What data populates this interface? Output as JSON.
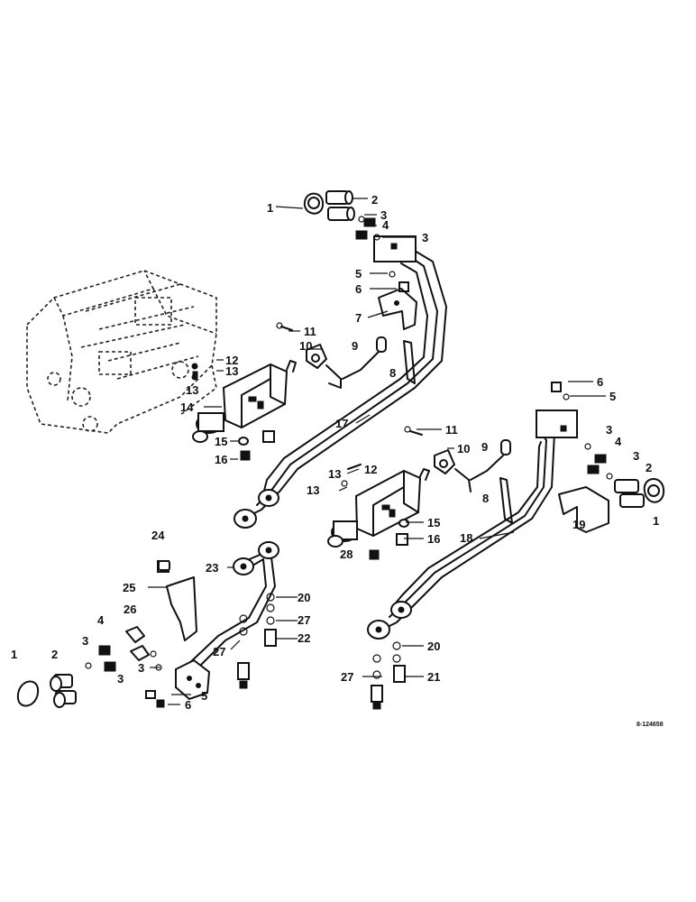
{
  "diagram": {
    "reference_code": "8-124658",
    "callouts": [
      {
        "id": "c1a",
        "label": "1"
      },
      {
        "id": "c2a",
        "label": "2"
      },
      {
        "id": "c3a",
        "label": "3"
      },
      {
        "id": "c4a",
        "label": "4"
      },
      {
        "id": "c3b",
        "label": "3"
      },
      {
        "id": "c5a",
        "label": "5"
      },
      {
        "id": "c6a",
        "label": "6"
      },
      {
        "id": "c7",
        "label": "7"
      },
      {
        "id": "c11a",
        "label": "11"
      },
      {
        "id": "c10a",
        "label": "10"
      },
      {
        "id": "c9a",
        "label": "9"
      },
      {
        "id": "c8a",
        "label": "8"
      },
      {
        "id": "c12a",
        "label": "12"
      },
      {
        "id": "c13a",
        "label": "13"
      },
      {
        "id": "c13b",
        "label": "13"
      },
      {
        "id": "c14",
        "label": "14"
      },
      {
        "id": "c15a",
        "label": "15"
      },
      {
        "id": "c16a",
        "label": "16"
      },
      {
        "id": "c17",
        "label": "17"
      },
      {
        "id": "c6b",
        "label": "6"
      },
      {
        "id": "c5b",
        "label": "5"
      },
      {
        "id": "c11b",
        "label": "11"
      },
      {
        "id": "c10b",
        "label": "10"
      },
      {
        "id": "c9b",
        "label": "9"
      },
      {
        "id": "c3c",
        "label": "3"
      },
      {
        "id": "c4b",
        "label": "4"
      },
      {
        "id": "c3d",
        "label": "3"
      },
      {
        "id": "c2b",
        "label": "2"
      },
      {
        "id": "c1b",
        "label": "1"
      },
      {
        "id": "c13c",
        "label": "13"
      },
      {
        "id": "c12b",
        "label": "12"
      },
      {
        "id": "c13d",
        "label": "13"
      },
      {
        "id": "c8b",
        "label": "8"
      },
      {
        "id": "c15b",
        "label": "15"
      },
      {
        "id": "c16b",
        "label": "16"
      },
      {
        "id": "c28",
        "label": "28"
      },
      {
        "id": "c18",
        "label": "18"
      },
      {
        "id": "c19",
        "label": "19"
      },
      {
        "id": "c24",
        "label": "24"
      },
      {
        "id": "c23",
        "label": "23"
      },
      {
        "id": "c25",
        "label": "25"
      },
      {
        "id": "c20a",
        "label": "20"
      },
      {
        "id": "c27a",
        "label": "27"
      },
      {
        "id": "c26",
        "label": "26"
      },
      {
        "id": "c4c",
        "label": "4"
      },
      {
        "id": "c22",
        "label": "22"
      },
      {
        "id": "c27b",
        "label": "27"
      },
      {
        "id": "c2c",
        "label": "2"
      },
      {
        "id": "c3e",
        "label": "3"
      },
      {
        "id": "c1c",
        "label": "1"
      },
      {
        "id": "c3f",
        "label": "3"
      },
      {
        "id": "c3g",
        "label": "3"
      },
      {
        "id": "c5c",
        "label": "5"
      },
      {
        "id": "c6c",
        "label": "6"
      },
      {
        "id": "c20b",
        "label": "20"
      },
      {
        "id": "c27c",
        "label": "27"
      },
      {
        "id": "c21",
        "label": "21"
      }
    ]
  }
}
